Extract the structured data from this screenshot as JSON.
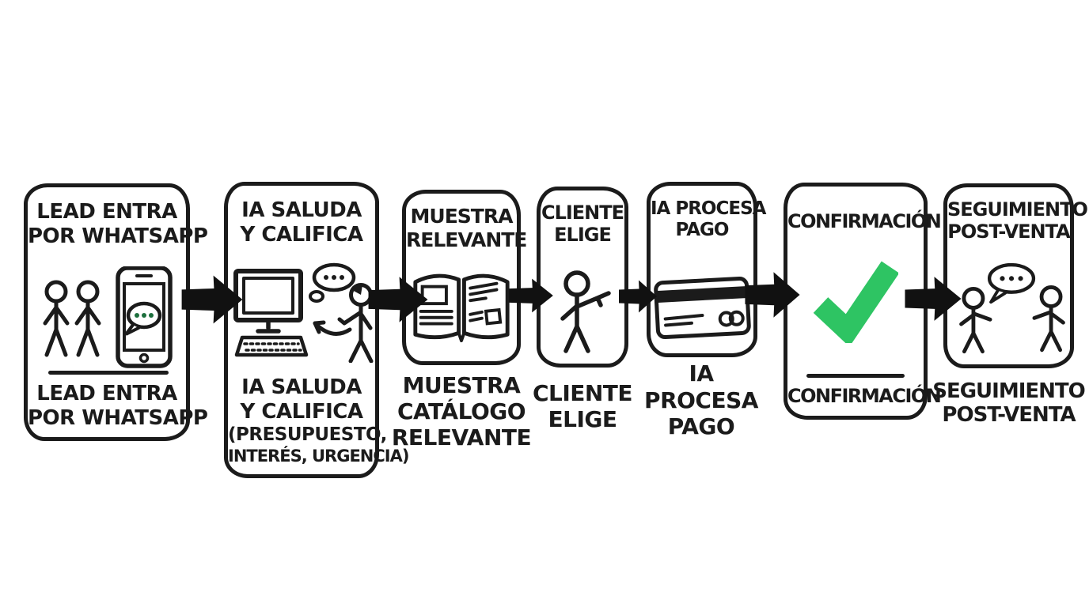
{
  "diagram": {
    "type": "flowchart",
    "style": "hand-drawn whiteboard sketch, left-to-right sales automation flow",
    "palette": {
      "background": "#ffffff",
      "ink": "#1b1b1b",
      "check_green": "#2ec463",
      "whatsapp_dot_green": "#1d6f3d"
    },
    "steps": [
      {
        "id": "lead-entra",
        "title": [
          "LEAD ENTRA",
          "POR WHATSAPP"
        ],
        "caption": [
          "LEAD ENTRA",
          "POR WHATSAPP"
        ],
        "caption_placement": "inside",
        "has_divider": true,
        "icon": "two-people-and-whatsapp-phone-icon"
      },
      {
        "id": "ia-saluda",
        "title": [
          "IA SALUDA",
          "Y CALIFICA"
        ],
        "caption": [
          "IA SALUDA",
          "Y CALIFICA",
          "(PRESUPUESTO,",
          "INTERÉS, URGENCIA)"
        ],
        "caption_placement": "inside",
        "has_divider": false,
        "icon": "computer-chat-person-icon"
      },
      {
        "id": "muestra-catalogo",
        "title": [
          "MUESTRA",
          "RELEVANTE"
        ],
        "caption": [
          "MUESTRA",
          "CATÁLOGO",
          "RELEVANTE"
        ],
        "caption_placement": "below",
        "has_divider": false,
        "icon": "open-catalog-book-icon"
      },
      {
        "id": "cliente-elige",
        "title": [
          "CLIENTE",
          "ELIGE"
        ],
        "caption": [
          "CLIENTE",
          "ELIGE"
        ],
        "caption_placement": "below",
        "has_divider": false,
        "icon": "person-pointing-icon"
      },
      {
        "id": "ia-procesa-pago",
        "title": [
          "IA PROCESA",
          "PAGO"
        ],
        "caption": [
          "IA",
          "PROCESA",
          "PAGO"
        ],
        "caption_placement": "below",
        "has_divider": false,
        "icon": "credit-card-icon"
      },
      {
        "id": "confirmacion",
        "title": [
          "CONFIRMACIÓN"
        ],
        "caption": [
          "CONFIRMACIÓN"
        ],
        "caption_placement": "inside",
        "has_divider": true,
        "icon": "green-checkmark-icon"
      },
      {
        "id": "seguimiento-post-venta",
        "title": [
          "SEGUIMIENTO",
          "POST-VENTA"
        ],
        "caption": [
          "SEGUIMIENTO",
          "POST-VENTA"
        ],
        "caption_placement": "below",
        "has_divider": false,
        "icon": "two-people-talking-icon"
      }
    ],
    "connectors": {
      "count": 6,
      "shape": "solid black right-pointing arrow"
    }
  }
}
